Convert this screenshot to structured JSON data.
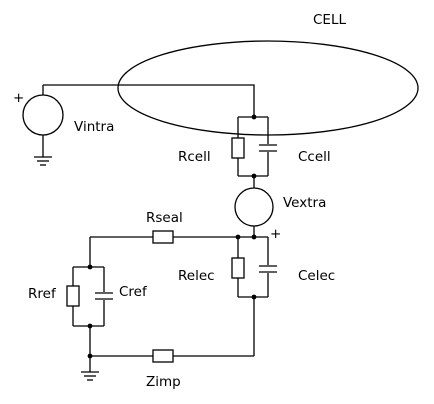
{
  "diagram": {
    "cell_label": "CELL",
    "vintra": {
      "label": "Vintra",
      "polarity": "+"
    },
    "rcell": "Rcell",
    "ccell": "Ccell",
    "vextra": {
      "label": "Vextra",
      "polarity": "+"
    },
    "rseal": "Rseal",
    "relec": "Relec",
    "celec": "Celec",
    "rref": "Rref",
    "cref": "Cref",
    "zimp": "Zimp"
  }
}
